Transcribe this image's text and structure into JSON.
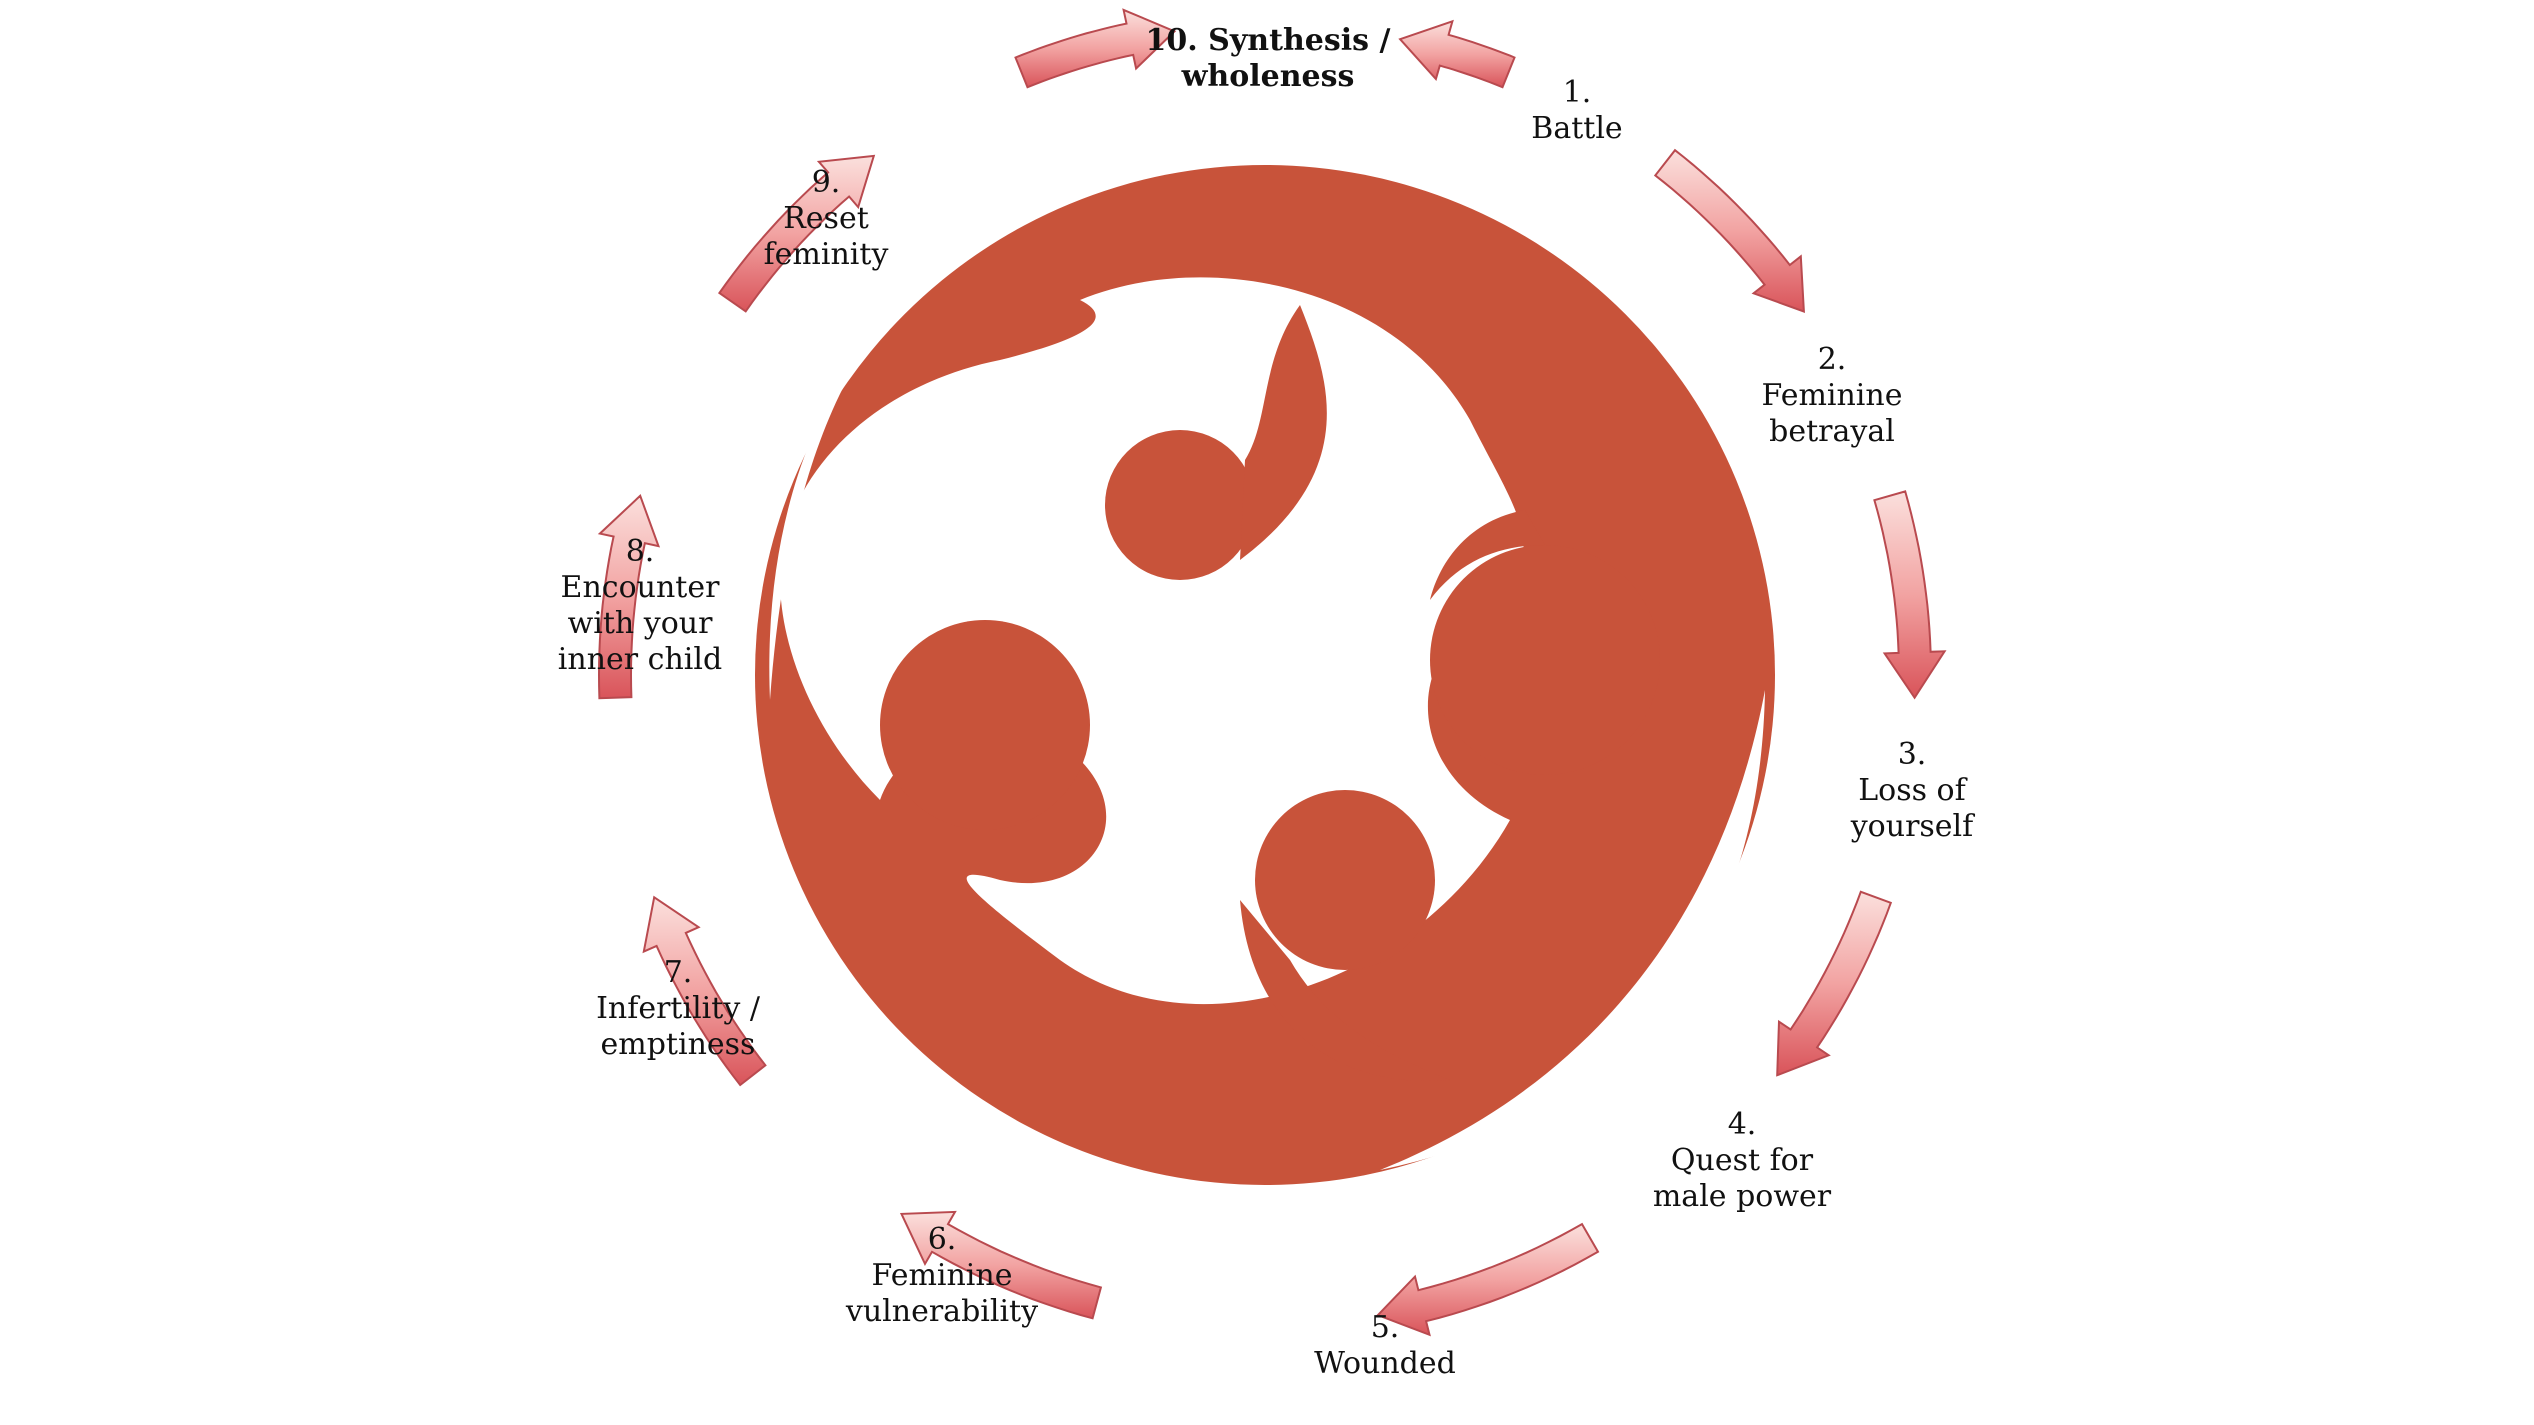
{
  "colors": {
    "emblem": "#c8533a",
    "arrow_fill_light": "#f9d3d0",
    "arrow_fill_dark": "#e3676a",
    "arrow_stroke": "#b94a4f",
    "text": "#111111"
  },
  "emblem": {
    "icon": "triple-swirl-emblem-icon"
  },
  "steps": [
    {
      "id": "step-1",
      "lines": [
        "1.",
        "Battle"
      ]
    },
    {
      "id": "step-2",
      "lines": [
        "2.",
        "Feminine",
        "betrayal"
      ]
    },
    {
      "id": "step-3",
      "lines": [
        "3.",
        "Loss of",
        "yourself"
      ]
    },
    {
      "id": "step-4",
      "lines": [
        "4.",
        "Quest for",
        "male power"
      ]
    },
    {
      "id": "step-5",
      "lines": [
        "5.",
        "Wounded"
      ]
    },
    {
      "id": "step-6",
      "lines": [
        "6.",
        "Feminine",
        "vulnerability"
      ]
    },
    {
      "id": "step-7",
      "lines": [
        "7.",
        "Infertility /",
        "emptiness"
      ]
    },
    {
      "id": "step-8",
      "lines": [
        "8.",
        "Encounter",
        "with your",
        "inner child"
      ]
    },
    {
      "id": "step-9",
      "lines": [
        "9.",
        "Reset",
        "feminity"
      ]
    },
    {
      "id": "step-10",
      "lines": [
        "10. Synthesis /",
        "wholeness"
      ],
      "bold": true
    }
  ]
}
